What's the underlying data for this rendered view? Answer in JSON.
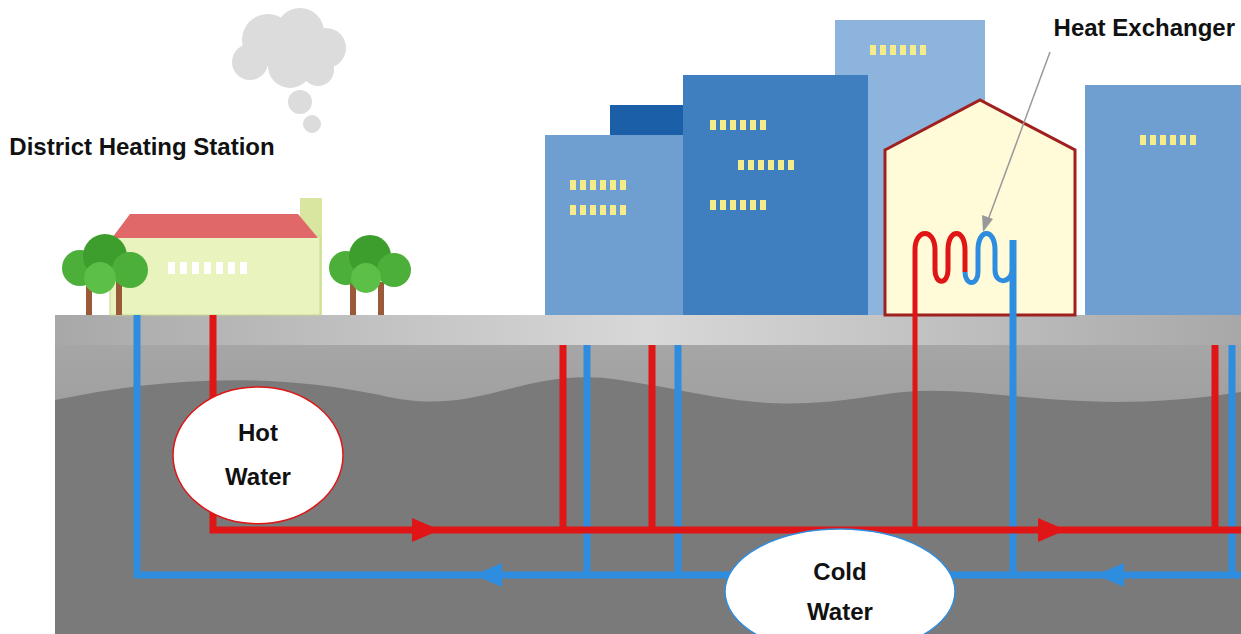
{
  "diagram": {
    "nodes": [
      {
        "text": [
          "Hot Water"
        ]
      },
      {
        "text": [
          "Cold Water"
        ]
      }
    ],
    "labels": [
      "District Heating Station",
      "Heat Exchanger"
    ]
  }
}
